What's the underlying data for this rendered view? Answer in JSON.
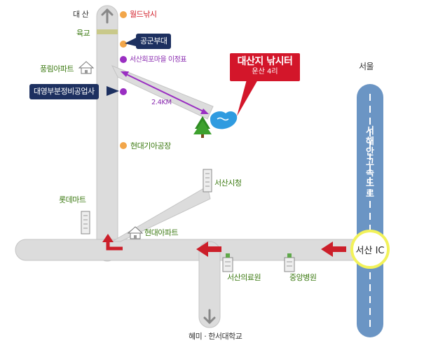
{
  "map": {
    "top_dir": "대 산",
    "bottom_dir": "혜미 · 한서대학교",
    "seoul": "서울",
    "expressway": "서해안고속도로",
    "ic": "서산 IC",
    "yukgyo": "육교",
    "distance": "2.4KM",
    "destination": {
      "title": "대산지 낚시터",
      "subtitle": "운산 4리"
    },
    "pois": {
      "world_fishing": "월드낚시",
      "airforce": "공군부대",
      "sign": "서산회포마을 이정표",
      "daeyoung": "대영부분정비공업사",
      "hyundai_kia": "현대기아공장",
      "poongrim": "풍림아파트",
      "seosan_city": "서산시청",
      "lotte": "롯데마트",
      "hyundai_apt": "현대아파트",
      "seosan_medical": "서산의료원",
      "central_hospital": "중앙병원"
    }
  },
  "colors": {
    "road": "#dcdcdc",
    "road_edge": "#bdbdbd",
    "expressway": "#6b95c4",
    "arrow_red": "#cc1f2a",
    "dot_orange": "#f2a64a",
    "dot_purple": "#9a2fc2",
    "navy": "#1d3060",
    "ic_ring": "#f2f25a",
    "lake": "#2f9be0"
  },
  "icons": [
    "north-arrow-icon",
    "south-arrow-icon",
    "left-arrow-icon",
    "turn-arrow-icon",
    "house-icon",
    "building-icon",
    "tree-icon",
    "lake-icon"
  ]
}
